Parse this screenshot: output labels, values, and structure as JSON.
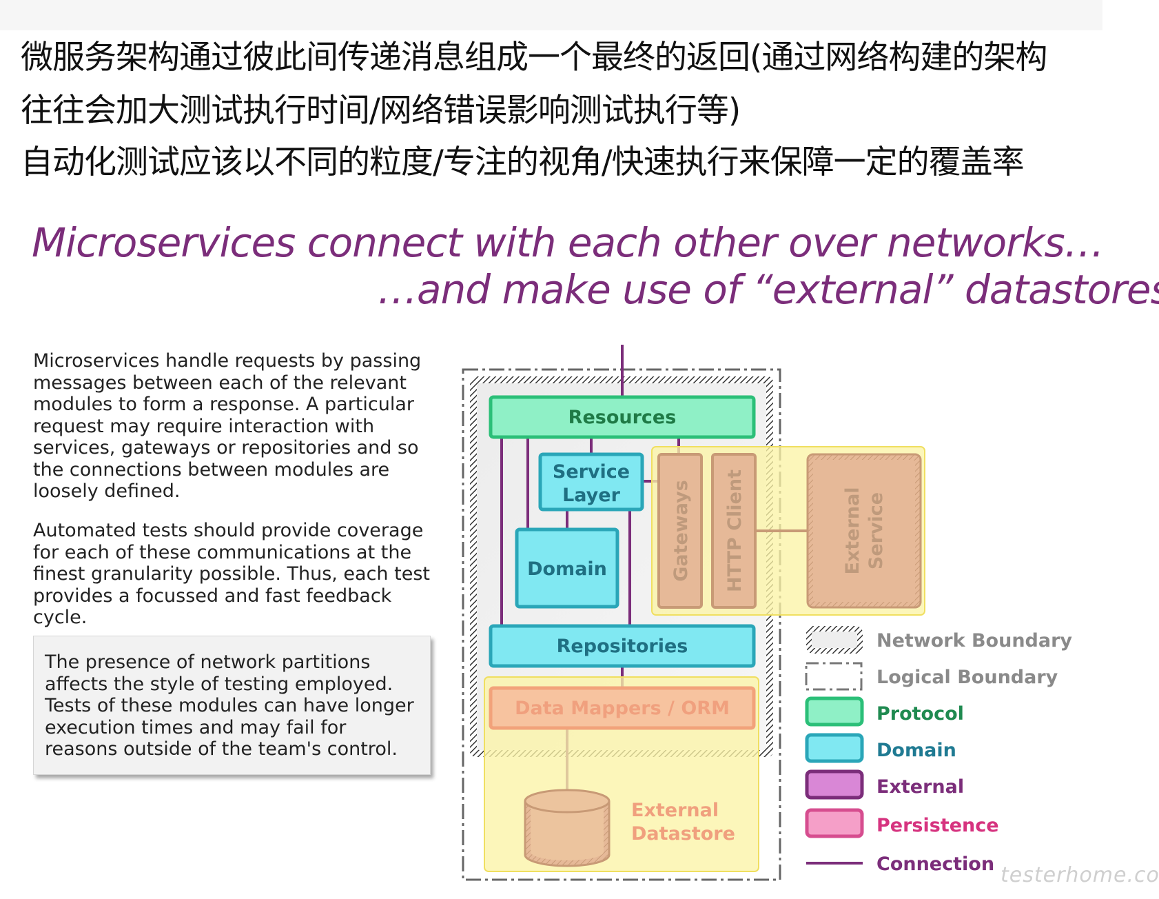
{
  "header": {
    "line1": "微服务架构通过彼此间传递消息组成一个最终的返回(通过网络构建的架构",
    "line2": "往往会加大测试执行时间/网络错误影响测试执行等)",
    "line3": "自动化测试应该以不同的粒度/专注的视角/快速执行来保障一定的覆盖率"
  },
  "slide": {
    "title_line1": "Microservices connect with each other over networks…",
    "title_line2": "…and make use of “external” datastores",
    "para1": "Microservices handle requests by passing messages between each of the relevant modules to form a response. A particular request may require interaction with services, gateways or repositories and so the connections between modules are loosely defined.",
    "para2": "Automated tests should provide coverage for each of these communications at the finest granularity possible. Thus, each test provides a focussed and fast feedback cycle.",
    "note": "The presence of network partitions affects the style of testing employed. Tests of these modules can have longer execution times and may fail for reasons outside of the team's control."
  },
  "diagram": {
    "resources": "Resources",
    "service_layer_1": "Service",
    "service_layer_2": "Layer",
    "domain": "Domain",
    "gateways": "Gateways",
    "http_client": "HTTP Client",
    "external_service_1": "External",
    "external_service_2": "Service",
    "repositories": "Repositories",
    "data_mappers": "Data Mappers / ORM",
    "external_datastore_1": "External",
    "external_datastore_2": "Datastore"
  },
  "legend": {
    "network_boundary": "Network Boundary",
    "logical_boundary": "Logical Boundary",
    "protocol": "Protocol",
    "domain": "Domain",
    "external": "External",
    "persistence": "Persistence",
    "connection": "Connection"
  },
  "colors": {
    "connection": "#7b2d7a",
    "protocol_fill": "#8ff0c6",
    "protocol_stroke": "#2bbf78",
    "domain_fill": "#80e8f2",
    "domain_stroke": "#2aa6b8",
    "external_fill": "#d987d6",
    "persistence_fill": "#f59fc8",
    "network_zone": "#fbf3a6",
    "title": "#7b2d7a"
  },
  "watermark": "testerhome.com"
}
